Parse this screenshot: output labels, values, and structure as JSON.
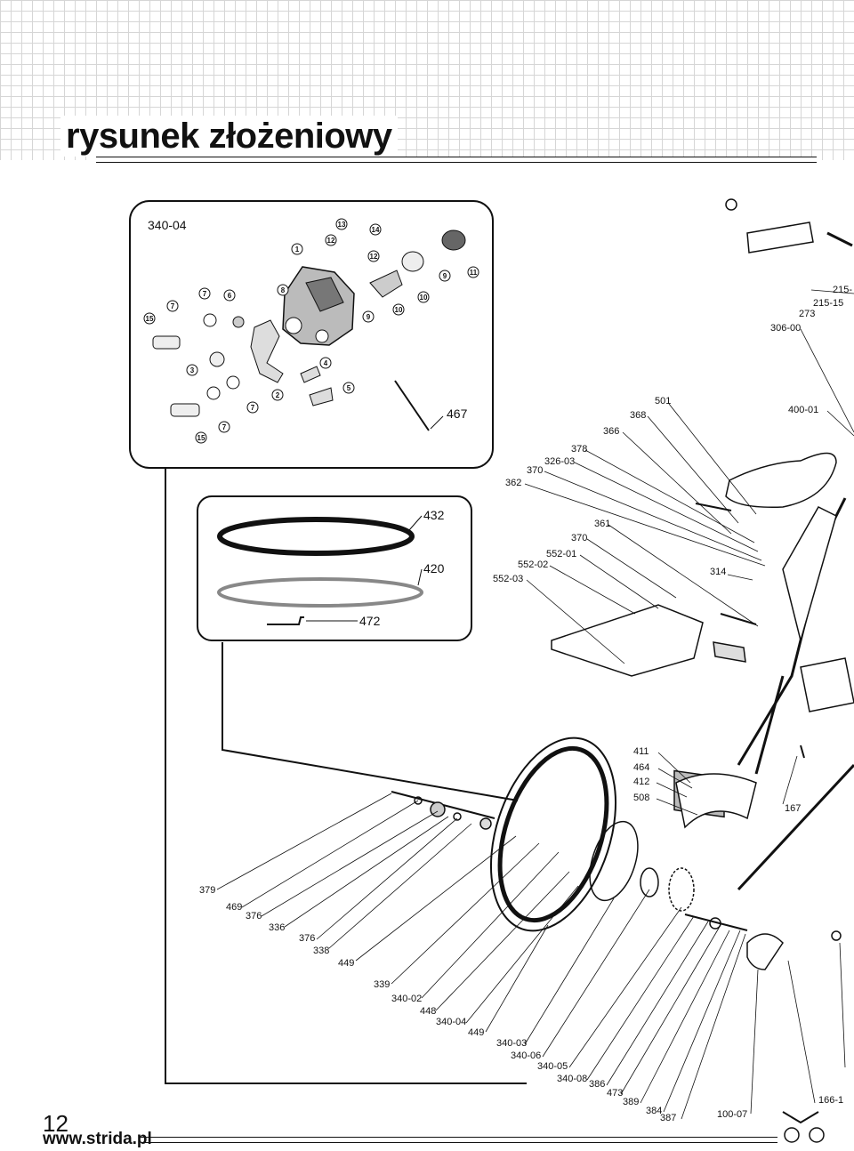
{
  "page": {
    "title": "rysunek złożeniowy",
    "page_number": "12",
    "website": "www.strida.pl"
  },
  "inset_brake": {
    "code": "340-04",
    "circled_numbers": [
      "13",
      "14",
      "12",
      "12",
      "1",
      "11",
      "9",
      "7",
      "6",
      "8",
      "10",
      "10",
      "9",
      "15",
      "7",
      "3",
      "4",
      "2",
      "5",
      "7",
      "15",
      "7"
    ],
    "part_label": "467"
  },
  "inset_tyre": {
    "labels": [
      "432",
      "420",
      "472"
    ]
  },
  "callouts": {
    "top_right": [
      "215-",
      "215-15",
      "273",
      "306-00",
      "400-01"
    ],
    "saddle_group": [
      "501",
      "368",
      "366",
      "378",
      "326-03",
      "370",
      "362"
    ],
    "rack_group": [
      "361",
      "370",
      "552-01",
      "552-02",
      "552-03",
      "314"
    ],
    "fender_group": [
      "411",
      "464",
      "412",
      "508",
      "167"
    ],
    "wheel_group": [
      "379",
      "469",
      "376",
      "336",
      "376",
      "338",
      "449",
      "339",
      "340-02",
      "448",
      "340-04",
      "449",
      "340-03",
      "340-06",
      "340-05",
      "340-08",
      "386",
      "473",
      "389",
      "384",
      "387",
      "100-07",
      "166-1"
    ]
  }
}
